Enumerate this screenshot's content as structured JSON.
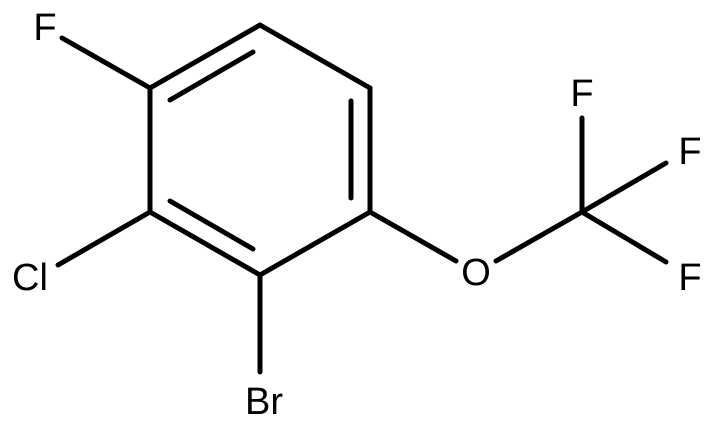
{
  "atoms": {
    "f_ring": "F",
    "cl": "Cl",
    "br": "Br",
    "o": "O",
    "f_top": "F",
    "f_right": "F",
    "f_bottom": "F"
  },
  "colors": {
    "bond": "#000000",
    "label": "#000000",
    "background": "#ffffff"
  }
}
